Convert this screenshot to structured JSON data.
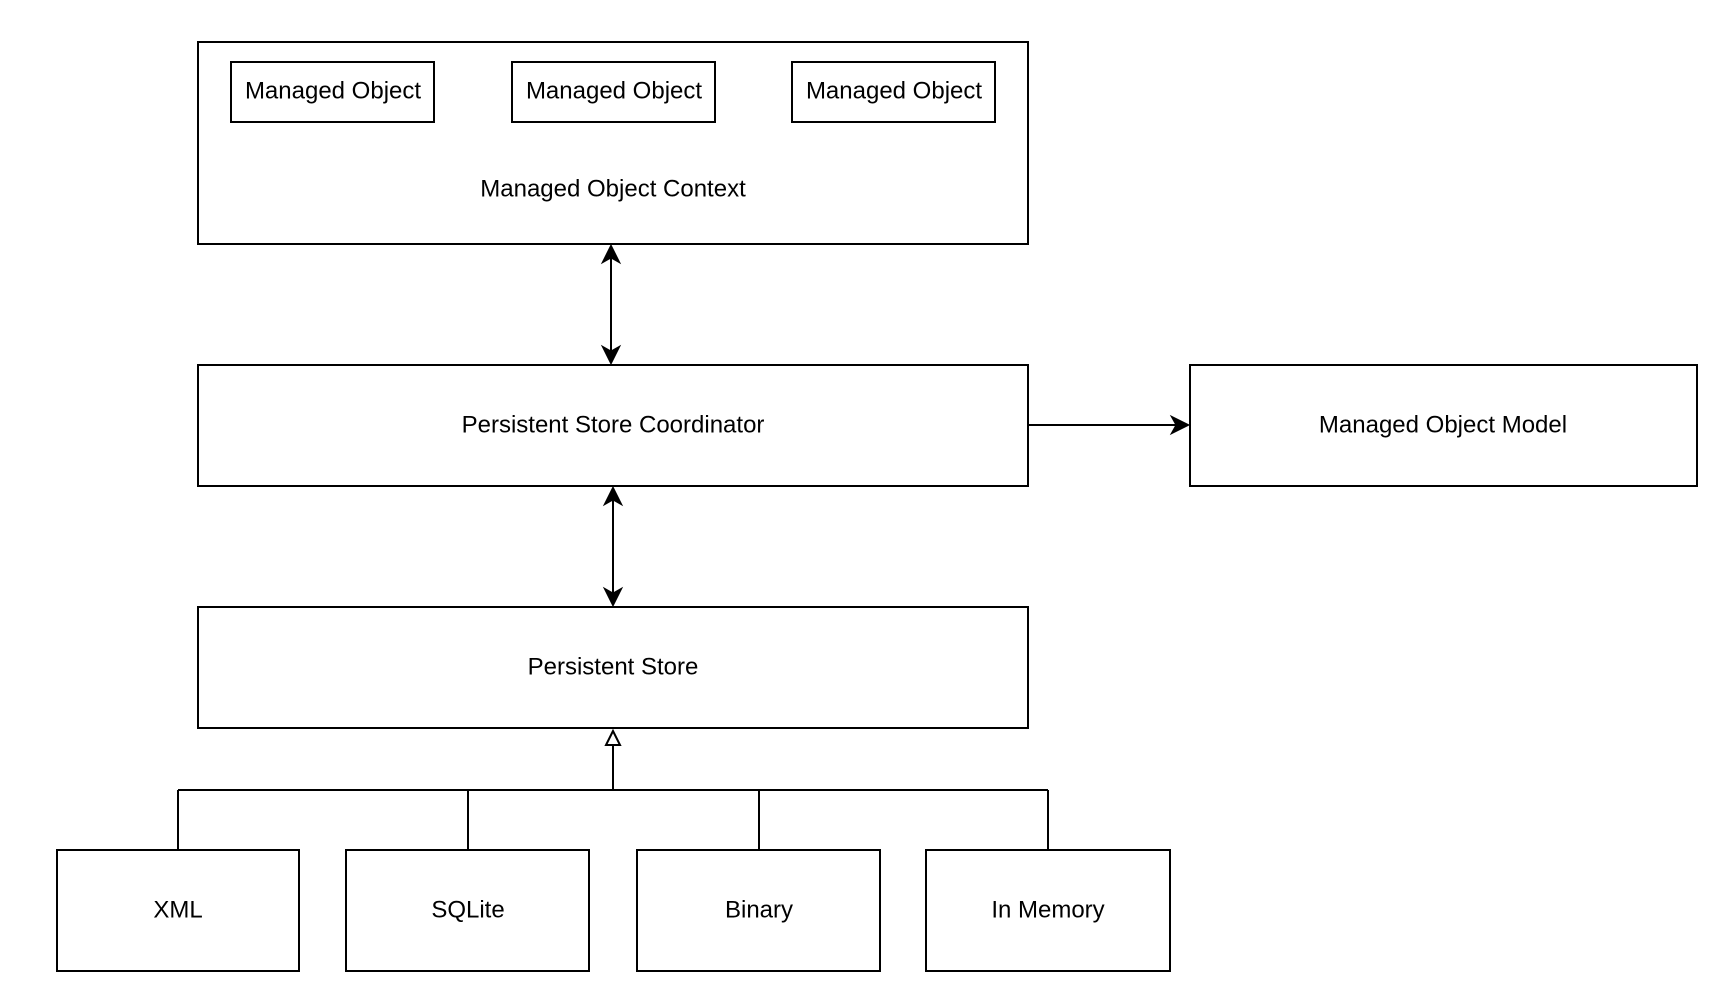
{
  "diagram": {
    "context": {
      "label": "Managed Object Context",
      "objects": [
        "Managed Object",
        "Managed Object",
        "Managed Object"
      ]
    },
    "coordinator": {
      "label": "Persistent Store Coordinator"
    },
    "model": {
      "label": "Managed Object Model"
    },
    "store": {
      "label": "Persistent Store"
    },
    "store_types": [
      "XML",
      "SQLite",
      "Binary",
      "In Memory"
    ],
    "connections": [
      {
        "from": "Managed Object Context",
        "to": "Persistent Store Coordinator",
        "kind": "bidirectional"
      },
      {
        "from": "Persistent Store Coordinator",
        "to": "Managed Object Model",
        "kind": "directed"
      },
      {
        "from": "Persistent Store Coordinator",
        "to": "Persistent Store",
        "kind": "bidirectional"
      },
      {
        "from": "XML",
        "to": "Persistent Store",
        "kind": "inheritance"
      },
      {
        "from": "SQLite",
        "to": "Persistent Store",
        "kind": "inheritance"
      },
      {
        "from": "Binary",
        "to": "Persistent Store",
        "kind": "inheritance"
      },
      {
        "from": "In Memory",
        "to": "Persistent Store",
        "kind": "inheritance"
      }
    ]
  }
}
